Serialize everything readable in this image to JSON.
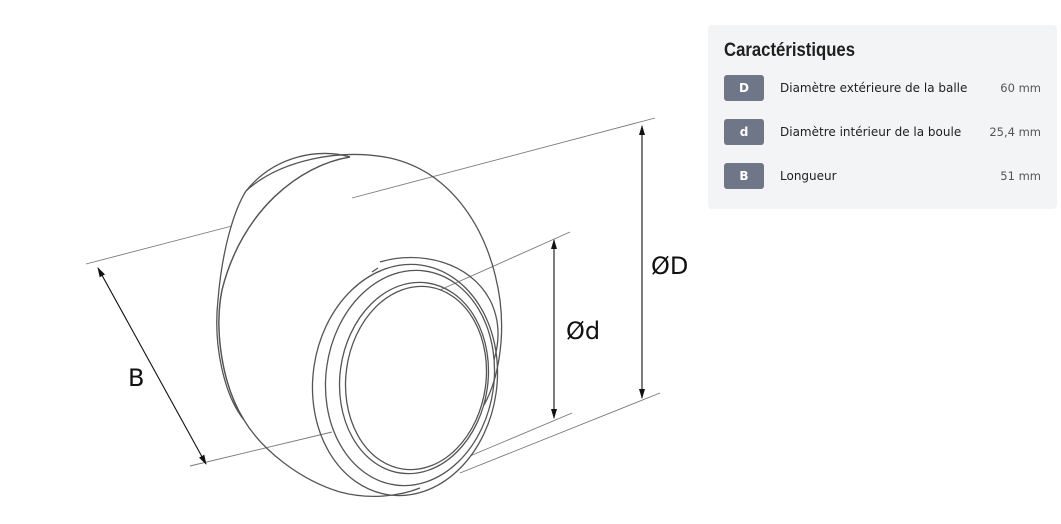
{
  "drawing": {
    "labels": {
      "outer_diameter": "ØD",
      "inner_diameter": "Ød",
      "length": "B"
    }
  },
  "specs": {
    "title": "Caractéristiques",
    "rows": [
      {
        "badge": "D",
        "label": "Diamètre extérieure de la balle",
        "value": "60 mm"
      },
      {
        "badge": "d",
        "label": "Diamètre intérieur de la boule",
        "value": "25,4 mm"
      },
      {
        "badge": "B",
        "label": "Longueur",
        "value": "51 mm"
      }
    ]
  }
}
